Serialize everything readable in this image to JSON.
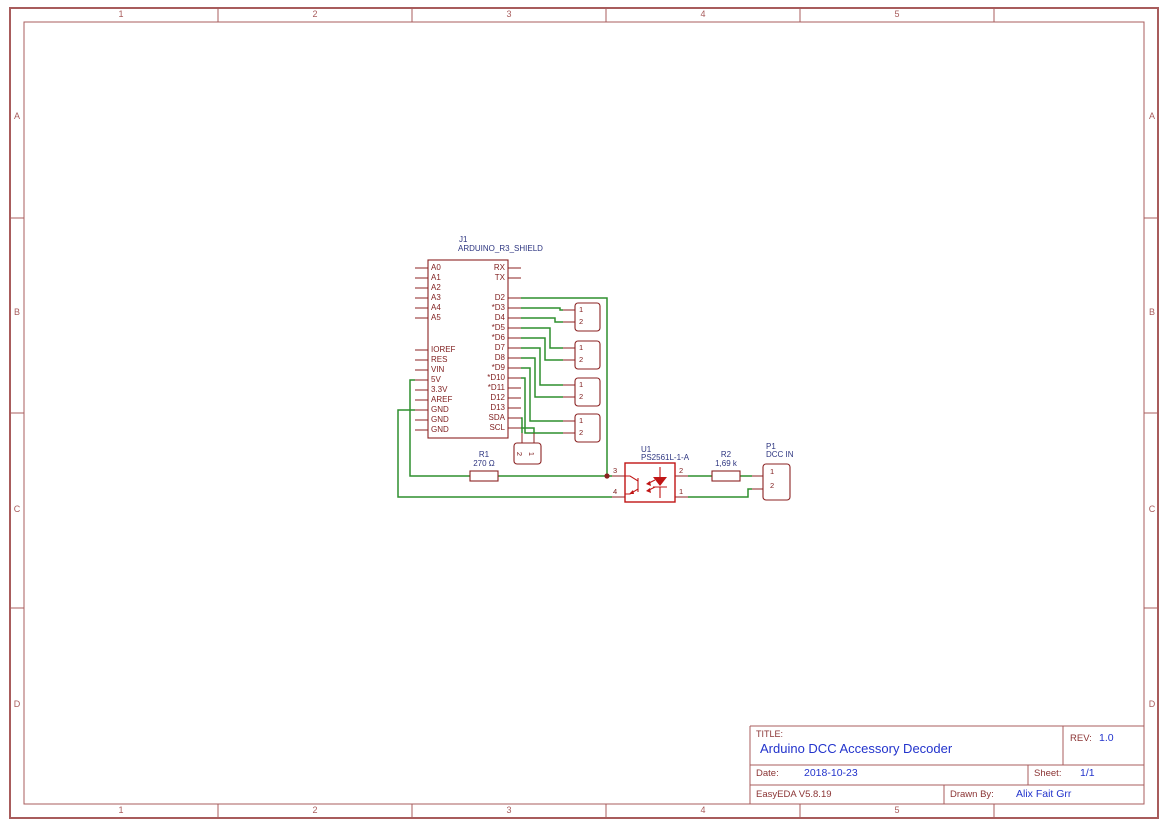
{
  "colors": {
    "frame": "#a85c5c",
    "maroon": "#8b2222",
    "maroon_text": "#802020",
    "navy": "#2d3580",
    "wire": "#2f8f2f",
    "blue": "#2233cc",
    "led": "#c01515",
    "tb_label": "#8b3434"
  },
  "sheet": {
    "cols": [
      "1",
      "2",
      "3",
      "4",
      "5"
    ],
    "rows": [
      "A",
      "B",
      "C",
      "D"
    ]
  },
  "j1": {
    "designator": "J1",
    "name": "ARDUINO_R3_SHIELD",
    "left_pins": [
      "A0",
      "A1",
      "A2",
      "A3",
      "A4",
      "A5",
      "IOREF",
      "RES",
      "VIN",
      "5V",
      "3.3V",
      "AREF",
      "GND",
      "GND",
      "GND"
    ],
    "right_pins": [
      "RX",
      "TX",
      "D2",
      "*D3",
      "D4",
      "*D5",
      "*D6",
      "D7",
      "D8",
      "*D9",
      "*D10",
      "*D11",
      "D12",
      "D13",
      "SDA",
      "SCL"
    ]
  },
  "r1": {
    "designator": "R1",
    "value": "270 Ω"
  },
  "r2": {
    "designator": "R2",
    "value": "1,69 k"
  },
  "u1": {
    "designator": "U1",
    "name": "PS2561L-1-A",
    "pins": {
      "p1": "1",
      "p2": "2",
      "p3": "3",
      "p4": "4"
    }
  },
  "p1": {
    "designator": "P1",
    "name": "DCC IN",
    "pins": {
      "p1": "1",
      "p2": "2"
    }
  },
  "headers": {
    "p1": "1",
    "p2": "2"
  },
  "title_block": {
    "title_label": "TITLE:",
    "title": "Arduino DCC Accessory Decoder",
    "rev_label": "REV:",
    "rev": "1.0",
    "date_label": "Date:",
    "date": "2018-10-23",
    "sheet_label": "Sheet:",
    "sheet": "1/1",
    "tool": "EasyEDA V5.8.19",
    "drawn_by_label": "Drawn By:",
    "drawn_by": "Alix Fait Grr"
  }
}
